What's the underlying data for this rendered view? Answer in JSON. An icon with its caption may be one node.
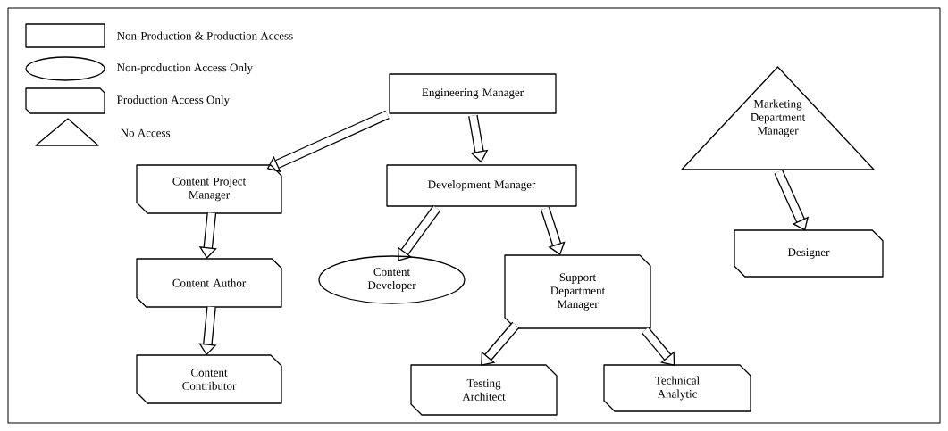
{
  "diagram": {
    "nodes": [
      {
        "text": [
          "Engineering Manager"
        ]
      },
      {
        "text": [
          "Development Manager"
        ]
      },
      {
        "text": [
          "Content Project Manager"
        ]
      },
      {
        "text": [
          "Content Author"
        ]
      },
      {
        "text": [
          "Content Contributor"
        ]
      },
      {
        "text": [
          "Content Developer"
        ]
      },
      {
        "text": [
          "Support Department Manager"
        ]
      },
      {
        "text": [
          "Testing Architect"
        ]
      },
      {
        "text": [
          "Technical Analytic"
        ]
      },
      {
        "text": [
          "Marketing Department Manager"
        ]
      },
      {
        "text": [
          "Designer"
        ]
      }
    ],
    "edges": [
      {
        "from": 0,
        "to": 1,
        "arrow": "to"
      },
      {
        "from": 0,
        "to": 2,
        "arrow": "to"
      },
      {
        "from": 1,
        "to": 5,
        "arrow": "to"
      },
      {
        "from": 1,
        "to": 6,
        "arrow": "to"
      },
      {
        "from": 2,
        "to": 3,
        "arrow": "to"
      },
      {
        "from": 3,
        "to": 4,
        "arrow": "to"
      },
      {
        "from": 6,
        "to": 7,
        "arrow": "to"
      },
      {
        "from": 6,
        "to": 8,
        "arrow": "to"
      },
      {
        "from": 9,
        "to": 10,
        "arrow": "to"
      }
    ],
    "legend": [
      {
        "text": "Non-Production & Production Access"
      },
      {
        "text": "Non-production Access Only"
      },
      {
        "text": "Production Access Only"
      },
      {
        "text": "No Access"
      }
    ]
  }
}
